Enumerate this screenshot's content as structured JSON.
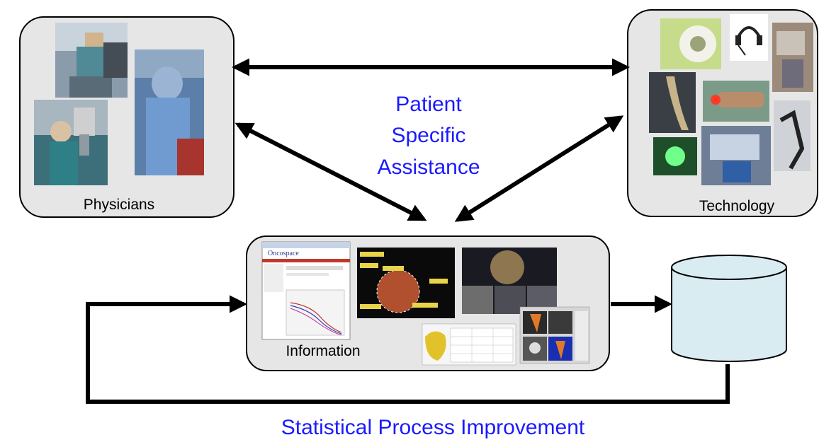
{
  "nodes": {
    "physicians": {
      "label": "Physicians"
    },
    "technology": {
      "label": "Technology"
    },
    "information": {
      "label": "Information"
    }
  },
  "center_text": {
    "line1": "Patient",
    "line2": "Specific",
    "line3": "Assistance"
  },
  "feedback_label": "Statistical Process Improvement",
  "screenshot_text": {
    "app_name": "Oncospace"
  },
  "colors": {
    "accent_blue": "#1a1aff",
    "box_fill": "#e6e6e6",
    "database_fill": "#d9ecf2"
  }
}
